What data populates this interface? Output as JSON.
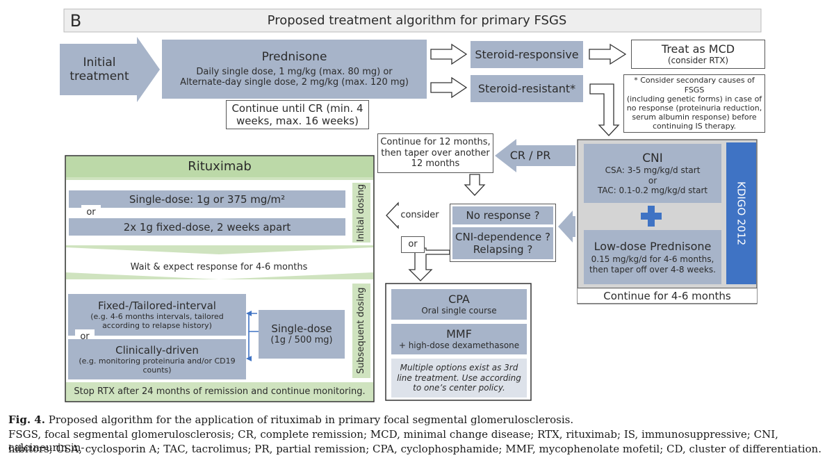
{
  "header": {
    "panel_letter": "B",
    "title": "Proposed treatment algorithm for primary FSGS"
  },
  "initial": {
    "line1": "Initial",
    "line2": "treatment"
  },
  "prednisone": {
    "title": "Prednisone",
    "line1": "Daily single dose, 1 mg/kg (max. 80 mg) or",
    "line2": "Alternate-day single dose, 2 mg/kg (max. 120 mg)"
  },
  "continue_cr": {
    "line1": "Continue until CR (min. 4",
    "line2": "weeks, max. 16 weeks)"
  },
  "steroid_responsive": "Steroid-responsive",
  "steroid_resistant": "Steroid-resistant*",
  "treat_mcd": {
    "title": "Treat as MCD",
    "sub": "(consider RTX)"
  },
  "footnote": {
    "line1": "* Consider secondary causes of FSGS",
    "line2": "(including genetic forms) in case of",
    "line3": "no response (proteinuria reduction,",
    "line4": "serum albumin response) before",
    "line5": "continuing IS therapy."
  },
  "continue_12": {
    "line1": "Continue for 12 months,",
    "line2": "then taper over another",
    "line3": "12 months"
  },
  "cr_pr": "CR / PR",
  "cni": {
    "title": "CNI",
    "line1": "CSA: 3-5 mg/kg/d start",
    "line2": "or",
    "line3": "TAC: 0.1-0.2 mg/kg/d start"
  },
  "low_dose_pred": {
    "title": "Low-dose Prednisone",
    "line1": "0.15 mg/kg/d for 4-6 months,",
    "line2": "then taper off over 4-8 weeks."
  },
  "kdigo": "KDIGO 2012",
  "continue_4_6": "Continue for 4-6 months",
  "no_response": "No response ?",
  "cni_dep": {
    "line1": "CNI-dependence ?",
    "line2": "Relapsing ?"
  },
  "consider": "consider",
  "or_label": "or",
  "third_line": {
    "cpa_title": "CPA",
    "cpa_sub": "Oral single course",
    "mmf_title": "MMF",
    "mmf_sub": "+ high-dose dexamethasone",
    "note_line1": "Multiple options exist as 3rd",
    "note_line2": "line treatment. Use according",
    "note_line3": "to one’s center policy."
  },
  "rituximab": {
    "title": "Rituximab",
    "single_dose": "Single-dose: 1g or 375 mg/m²",
    "or": "or",
    "two_dose": "2x 1g fixed-dose, 2 weeks apart",
    "initial_dosing": "Initial dosing",
    "wait": "Wait & expect response for 4-6 months",
    "fixed_title": "Fixed-/Tailored-interval",
    "fixed_line1": "(e.g. 4-6 months intervals, tailored",
    "fixed_line2": "according to relapse history)",
    "or2": "or",
    "clin_title": "Clinically-driven",
    "clin_line1": "(e.g. monitoring proteinuria and/or CD19",
    "clin_line2": "counts)",
    "single_title": "Single-dose",
    "single_sub": "(1g / 500 mg)",
    "subsequent_dosing": "Subsequent dosing",
    "stop": "Stop RTX after 24 months of remission and continue monitoring."
  },
  "caption": {
    "fig_label": "Fig. 4.",
    "fig_text": " Proposed algorithm for the application of rituximab in primary focal segmental glomerulosclerosis.",
    "abbrev_line1": "FSGS, focal segmental glomerulosclerosis; CR, complete remission; MCD, minimal change disease; RTX, rituximab; IS, immunosuppressive; CNI, calcineurin in-",
    "abbrev_line2": "hibitors; CSA, cyclosporin A; TAC, tacrolimus; PR, partial remission; CPA, cyclophosphamide; MMF, mycophenolate mofetil; CD, cluster of differentiation."
  },
  "colors": {
    "box_blue": "#a7b4c9",
    "rtx_green": "#cfe3bf",
    "kdigo_blue": "#3f73c4",
    "plus_blue": "#3f73c4",
    "arrow_grey": "#a7b4c9"
  }
}
